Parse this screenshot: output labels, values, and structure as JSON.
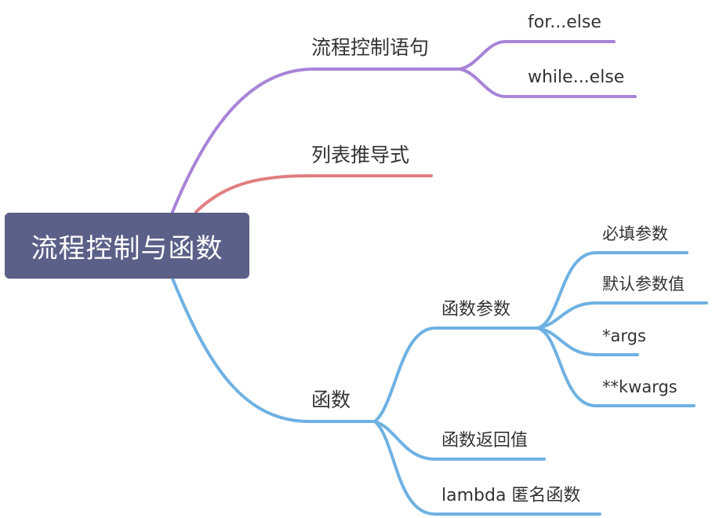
{
  "mindmap": {
    "root": {
      "label": "流程控制与函数"
    },
    "colors": {
      "purple": "#a884d8",
      "red": "#e07e7f",
      "blue": "#6fb1e2",
      "root_bg": "#5b6088"
    },
    "branches": [
      {
        "label": "流程控制语句",
        "color": "purple",
        "children": [
          {
            "label": "for...else"
          },
          {
            "label": "while...else"
          }
        ]
      },
      {
        "label": "列表推导式",
        "color": "red",
        "children": []
      },
      {
        "label": "函数",
        "color": "blue",
        "children": [
          {
            "label": "函数参数",
            "children": [
              {
                "label": "必填参数"
              },
              {
                "label": "默认参数值"
              },
              {
                "label": "*args"
              },
              {
                "label": "**kwargs"
              }
            ]
          },
          {
            "label": "函数返回值"
          },
          {
            "label": "lambda 匿名函数"
          }
        ]
      }
    ]
  }
}
